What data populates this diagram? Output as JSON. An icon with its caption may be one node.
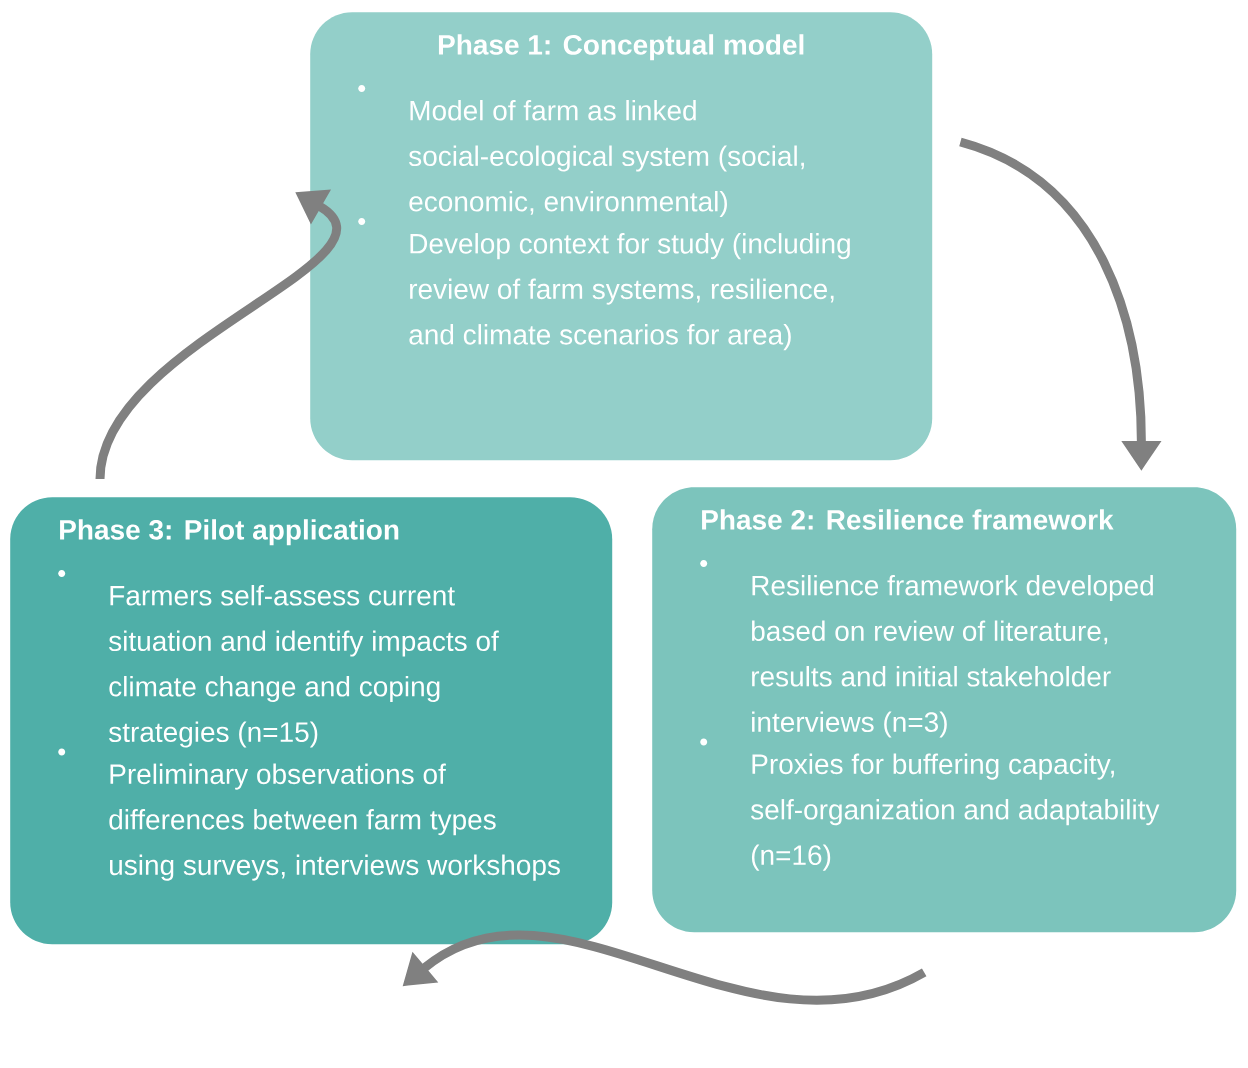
{
  "diagram": {
    "nodes": [
      {
        "text": [
          "Phase 1: Conceptual model",
          "Model of farm as linked social-ecological system (social, economic, environmental)",
          "Develop context for study (including review of farm systems, resilience, and climate scenarios for area)"
        ]
      },
      {
        "text": [
          "Phase 2: Resilience framework",
          "Resilience framework developed based on review of literature, results and initial stakeholder interviews (n=3)",
          "Proxies for buffering capacity, self-organization and adaptability (n=16)"
        ]
      },
      {
        "text": [
          "Phase 3: Pilot application",
          "Farmers self-assess current situation and identify impacts of climate change and coping strategies (n=15)",
          "Preliminary observations of differences between farm types using surveys, interviews workshops"
        ]
      }
    ],
    "edges": [
      {
        "from": 0,
        "to": 1,
        "arrow": "to"
      },
      {
        "from": 1,
        "to": 2,
        "arrow": "to"
      },
      {
        "from": 2,
        "to": 0,
        "arrow": "to"
      }
    ]
  }
}
